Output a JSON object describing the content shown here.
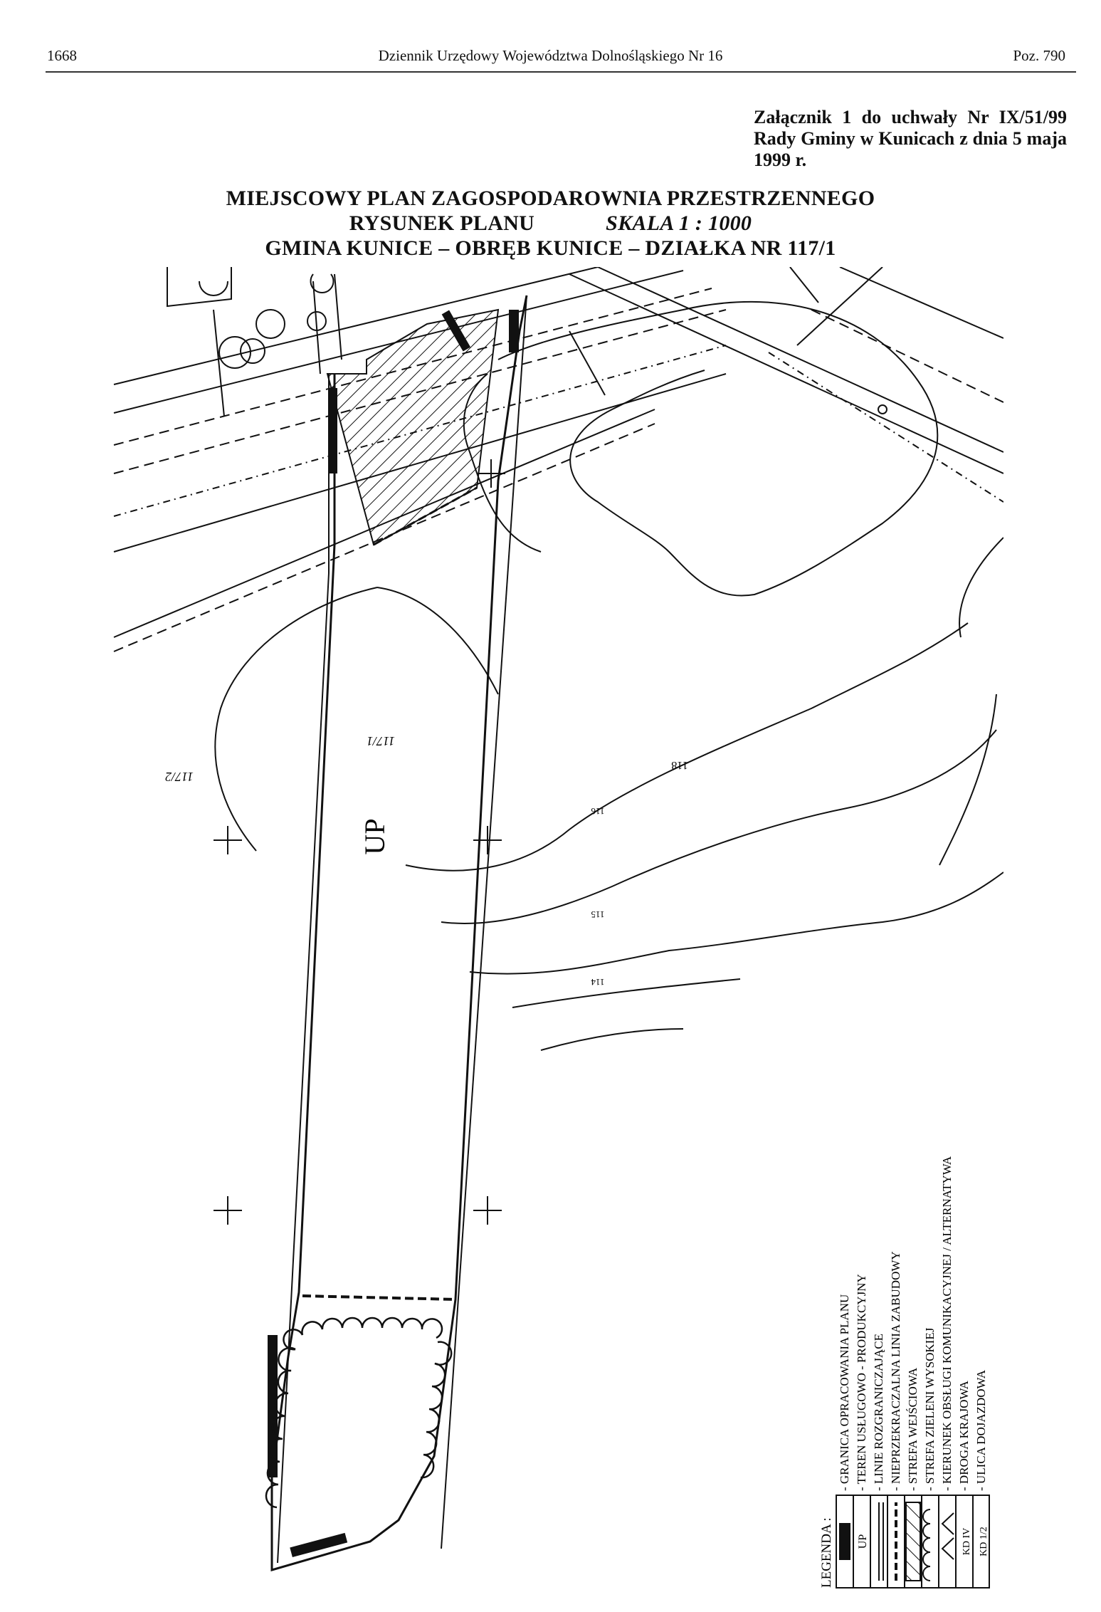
{
  "header": {
    "page_number": "1668",
    "journal": "Dziennik Urzędowy Województwa Dolnośląskiego Nr 16",
    "position": "Poz. 790"
  },
  "attachment": {
    "text": "Załącznik 1 do uchwały Nr IX/51/99 Rady Gminy w Kunicach z dnia 5 maja 1999 r."
  },
  "title": {
    "line1": "MIEJSCOWY PLAN ZAGOSPODAROWNIA PRZESTRZENNEGO",
    "line2_a": "RYSUNEK PLANU",
    "line2_b": "SKALA 1 : 1000",
    "line3": "GMINA KUNICE – OBRĘB KUNICE – DZIAŁKA NR 117/1"
  },
  "map": {
    "zone_label": "UP",
    "parcel_label_main": "117/1",
    "parcel_label_neighbor": "117/2",
    "parcel_label_east": "118",
    "contours": [
      "116",
      "115",
      "114"
    ],
    "line_colors": {
      "ink": "#111111",
      "paper": "#ffffff"
    }
  },
  "legend": {
    "heading": "LEGENDA :",
    "items": [
      {
        "symbol": "boundary",
        "text": "- GRANICA OPRACOWANIA PLANU"
      },
      {
        "symbol": "UP",
        "text": "- TEREN USŁUGOWO - PRODUKCYJNY"
      },
      {
        "symbol": "double-line",
        "text": "- LINIE ROZGRANICZAJĄCE"
      },
      {
        "symbol": "dashed",
        "text": "- NIEPRZEKRACZALNA LINIA ZABUDOWY"
      },
      {
        "symbol": "hatch",
        "text": "- STREFA WEJŚCIOWA"
      },
      {
        "symbol": "scallop",
        "text": "- STREFA ZIELENI WYSOKIEJ"
      },
      {
        "symbol": "arrows",
        "text": "- KIERUNEK OBSŁUGI KOMUNIKACYJNEJ / ALTERNATYWA"
      },
      {
        "symbol": "KD IV",
        "text": "- DROGA KRAJOWA"
      },
      {
        "symbol": "KD 1/2",
        "text": "- ULICA DOJAZDOWA"
      }
    ]
  }
}
